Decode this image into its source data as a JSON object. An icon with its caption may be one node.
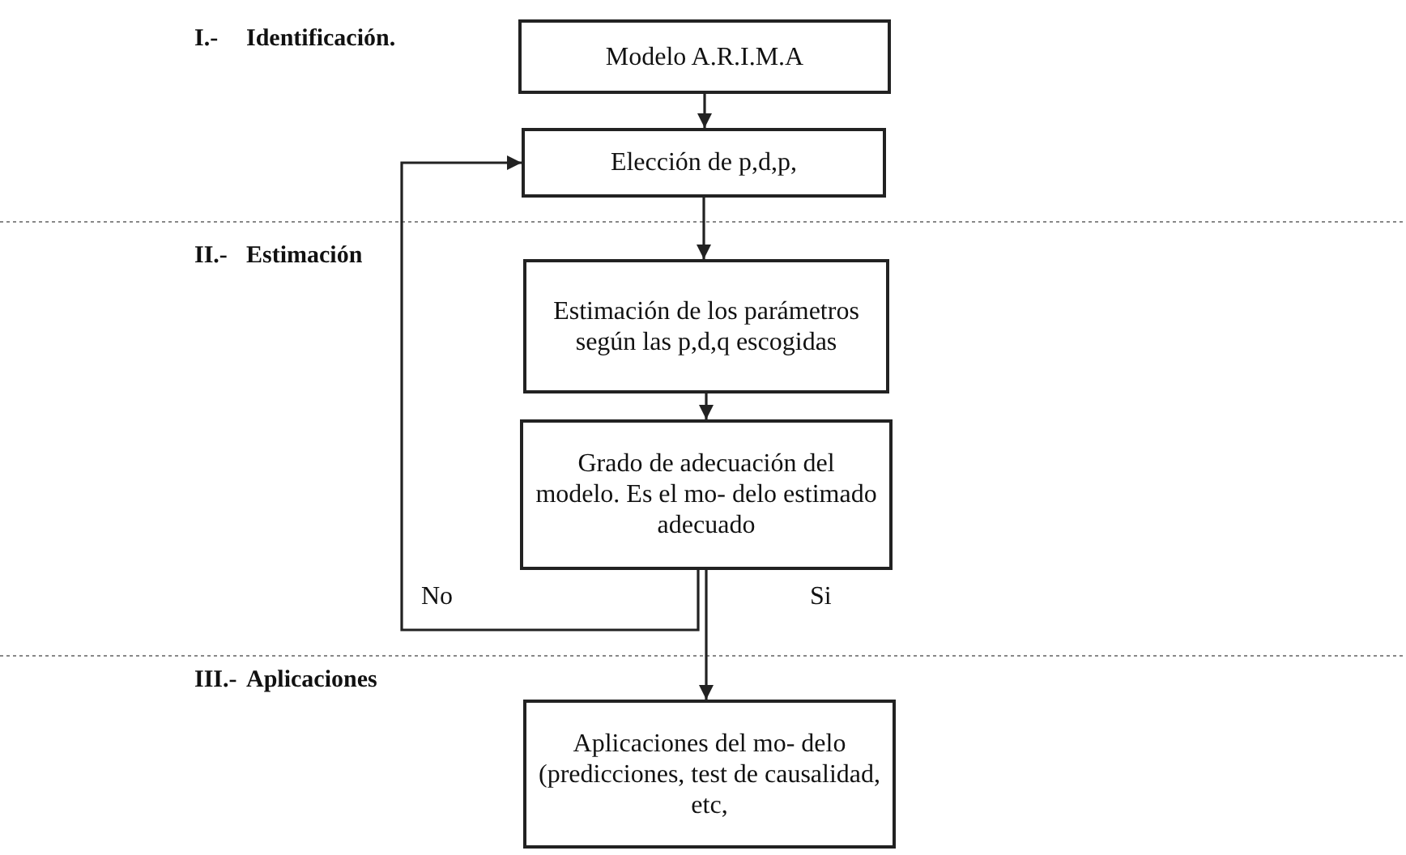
{
  "diagram": {
    "nodes": [
      {
        "text": [
          "Modelo A.R.I.M.A"
        ]
      },
      {
        "text": [
          "Elección de p,d,p,"
        ]
      },
      {
        "text": [
          "Estimación de los parámetros según las p,d,q escogidas"
        ]
      },
      {
        "text": [
          "Grado de adecuación del modelo. Es el mo- delo estimado adecuado"
        ]
      },
      {
        "text": [
          "Aplicaciones del mo- delo (predicciones, test de causalidad, etc,"
        ]
      }
    ],
    "edges": [
      {
        "from": 0,
        "to": 1,
        "arrow": "to"
      },
      {
        "from": 1,
        "to": 2,
        "arrow": "to"
      },
      {
        "from": 2,
        "to": 3,
        "arrow": "to"
      },
      {
        "from": 3,
        "to": 1,
        "arrow": "to",
        "label": "No"
      },
      {
        "from": 3,
        "to": 4,
        "arrow": "to",
        "label": "Si"
      }
    ],
    "labels": [
      "I.-",
      "Identificación.",
      "II.-",
      "Estimación",
      "III.-",
      "Aplicaciones"
    ]
  }
}
